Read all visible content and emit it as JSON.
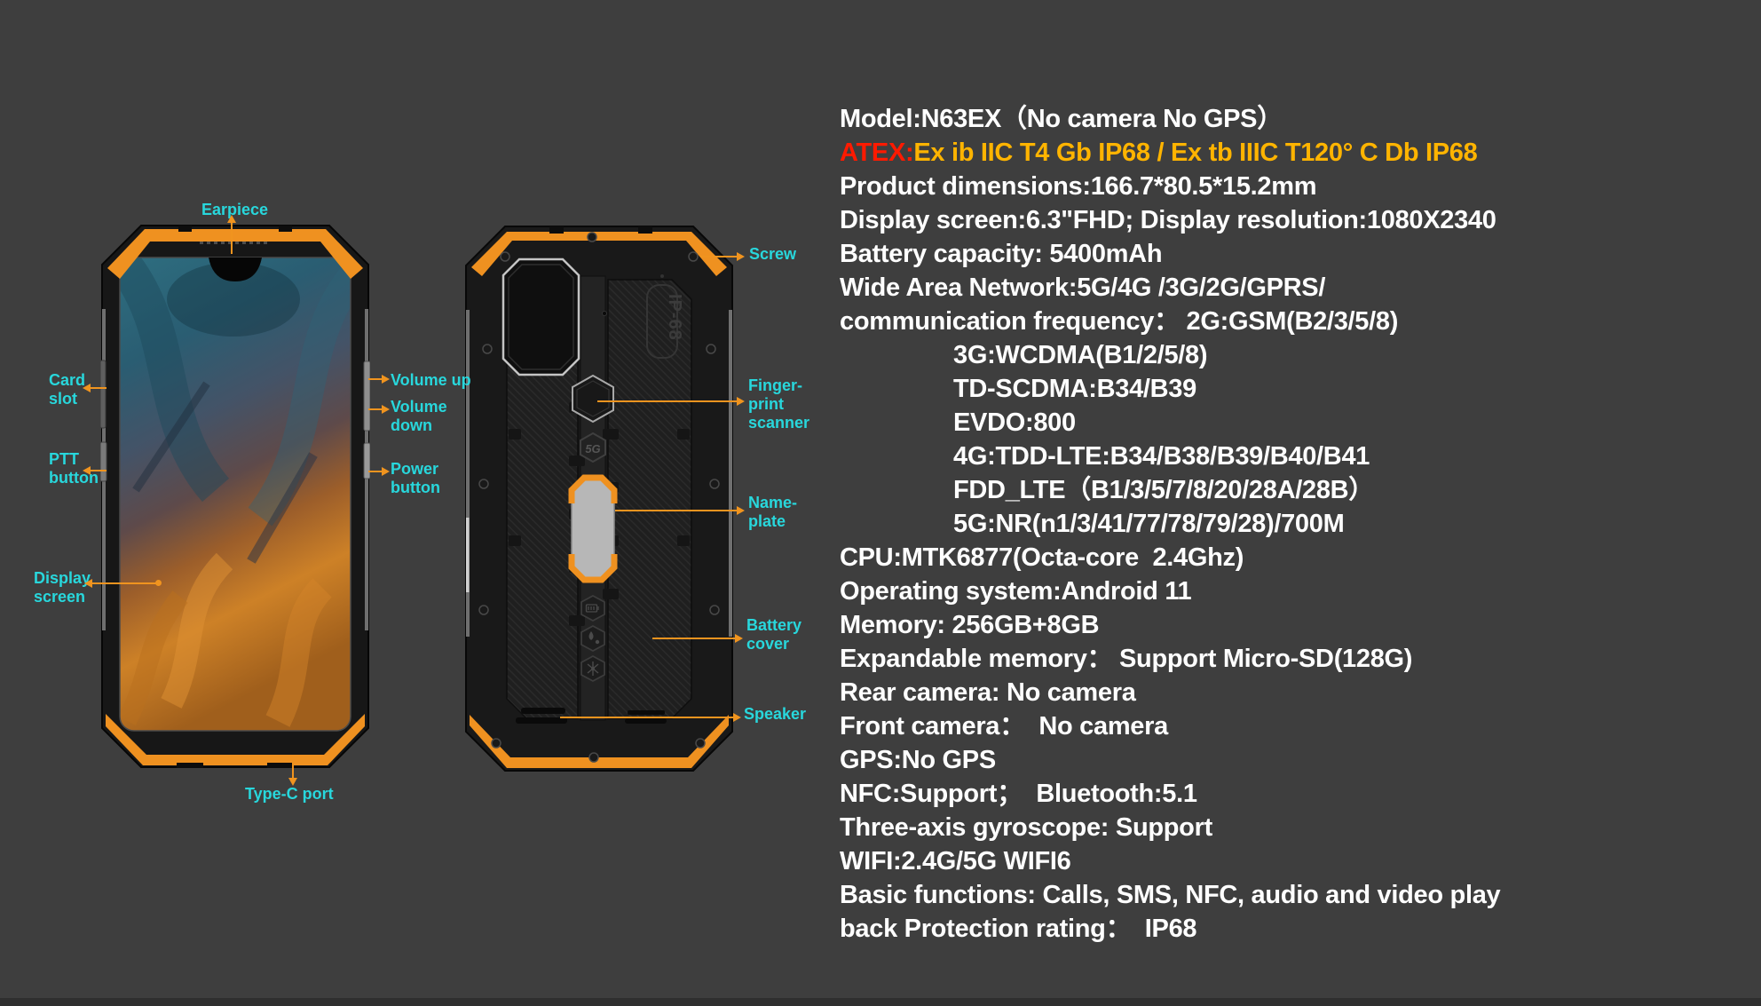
{
  "colors": {
    "background": "#3e3e3e",
    "label_cyan": "#28d7dc",
    "arrow_orange": "#f0941f",
    "phone_orange": "#ef9120",
    "atex_red": "#ff1a00",
    "atex_orange": "#ffb400",
    "spec_white": "#ffffff"
  },
  "phone_graphics": {
    "badge_5g": "5G",
    "ip68": "IP-68"
  },
  "callouts": {
    "front": {
      "earpiece": "Earpiece",
      "card_slot": "Card\nslot",
      "ptt_button": "PTT\nbutton",
      "display_screen": "Display\nscreen",
      "volume_up": "Volume up",
      "volume_down": "Volume\ndown",
      "power_button": "Power\nbutton",
      "type_c_port": "Type-C port"
    },
    "back": {
      "screw": "Screw",
      "fingerprint": "Finger-\nprint\nscanner",
      "name_plate": "Name-\nplate",
      "battery_cover": "Battery\ncover",
      "speaker": "Speaker"
    }
  },
  "specs": {
    "model": "Model:N63EX（No camera No GPS）",
    "atex_label": "ATEX:",
    "atex_value": "Ex ib IIC T4 Gb IP68 / Ex tb IIIC T120° C Db IP68",
    "lines": [
      "Product dimensions:166.7*80.5*15.2mm",
      "Display screen:6.3\"FHD; Display resolution:1080X2340",
      "Battery capacity: 5400mAh",
      "Wide Area Network:5G/4G /3G/2G/GPRS/",
      "communication frequency： 2G:GSM(B2/3/5/8)",
      "3G:WCDMA(B1/2/5/8)",
      "TD-SCDMA:B34/B39",
      "EVDO:800",
      "4G:TDD-LTE:B34/B38/B39/B40/B41",
      "FDD_LTE（B1/3/5/7/8/20/28A/28B）",
      "5G:NR(n1/3/41/77/78/79/28)/700M",
      "CPU:MTK6877(Octa-core  2.4Ghz)",
      "Operating system:Android 11",
      "Memory: 256GB+8GB",
      "Expandable memory： Support Micro-SD(128G)",
      "Rear camera: No camera",
      "Front camera：  No camera",
      "GPS:No GPS",
      "NFC:Support；  Bluetooth:5.1",
      "Three-axis gyroscope: Support",
      "WIFI:2.4G/5G WIFI6",
      "Basic functions: Calls, SMS, NFC, audio and video play",
      "back Protection rating：  IP68"
    ]
  }
}
